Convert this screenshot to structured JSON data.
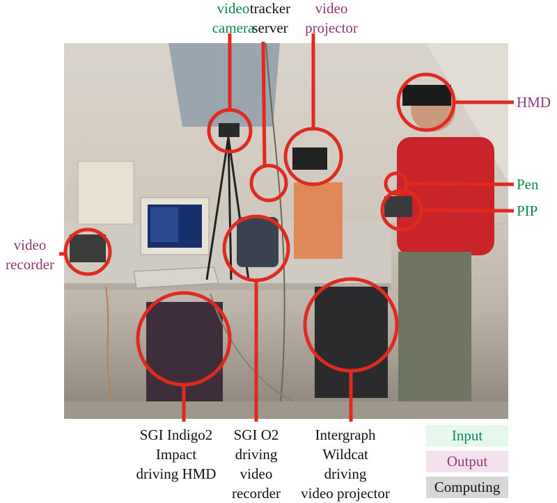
{
  "labels": {
    "video_camera": [
      "video",
      "camera"
    ],
    "tracker_server": [
      "tracker",
      "server"
    ],
    "video_projector": [
      "video",
      "projector"
    ],
    "hmd": "HMD",
    "pen": "Pen",
    "pip": "PIP",
    "video_recorder": [
      "video",
      "recorder"
    ],
    "sgi_indigo2": [
      "SGI Indigo2",
      "Impact",
      "driving HMD"
    ],
    "sgi_o2": [
      "SGI O2",
      "driving",
      "video",
      "recorder"
    ],
    "intergraph": [
      "Intergraph",
      "Wildcat",
      "driving",
      "video projector"
    ]
  },
  "legend": {
    "input": "Input",
    "output": "Output",
    "computing": "Computing"
  },
  "colors": {
    "marker": "#e02a20",
    "input_text": "#0b8a4a",
    "output_text": "#8e3a78",
    "computing_text": "#111111",
    "legend_input_bg": "#e6f8ee",
    "legend_output_bg": "#f3e1ee",
    "legend_computing_bg": "#d7d7d7"
  }
}
